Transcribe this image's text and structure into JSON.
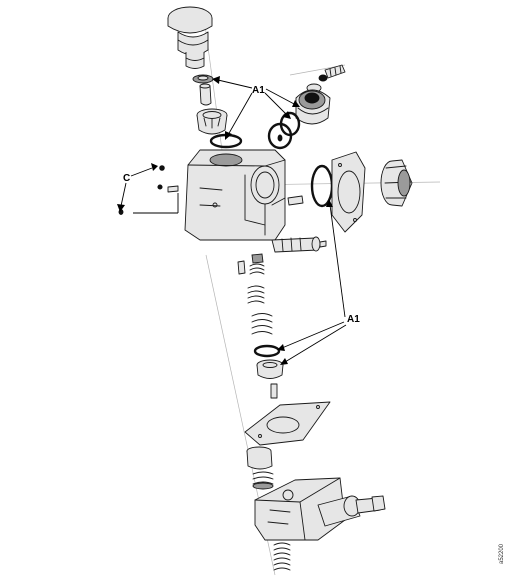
{
  "callouts": {
    "a1_top": "A1",
    "a1_bottom": "A1",
    "c": "C"
  },
  "drawing_code": "a52200",
  "colors": {
    "line": "#1a1a1a",
    "shade": "#e6e6e6",
    "axis": "#b5b5b5"
  }
}
